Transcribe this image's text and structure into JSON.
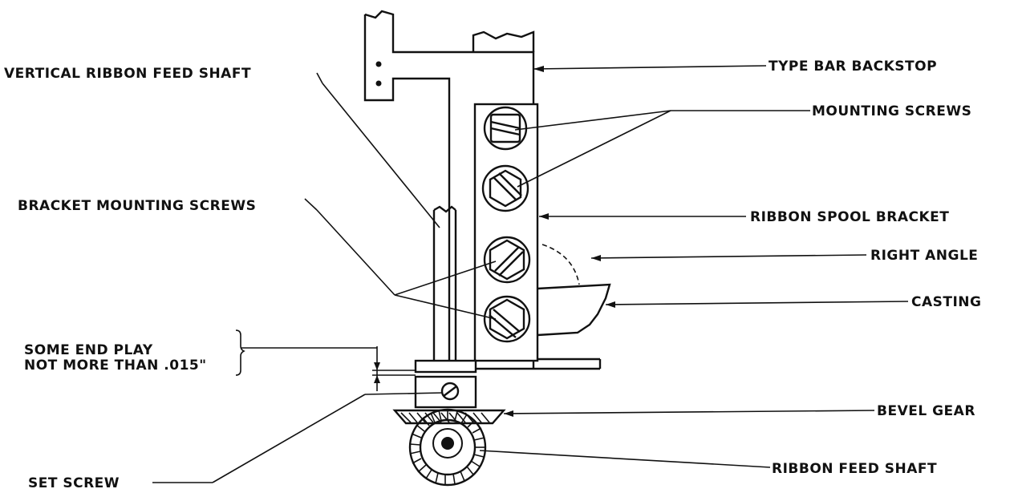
{
  "labels": {
    "type_bar_backstop": "TYPE BAR BACKSTOP",
    "mounting_screws": "MOUNTING SCREWS",
    "vertical_ribbon_feed_shaft": "VERTICAL RIBBON FEED SHAFT",
    "bracket_mounting_screws": "BRACKET MOUNTING SCREWS",
    "ribbon_spool_bracket": "RIBBON SPOOL BRACKET",
    "right_angle": "RIGHT ANGLE",
    "casting": "CASTING",
    "end_play_line1": "SOME END PLAY",
    "end_play_line2": "NOT MORE THAN .015\"",
    "bevel_gear": "BEVEL GEAR",
    "set_screw": "SET SCREW",
    "ribbon_feed_shaft": "RIBBON FEED SHAFT"
  },
  "colors": {
    "ink": "#111111",
    "paper": "#ffffff"
  }
}
